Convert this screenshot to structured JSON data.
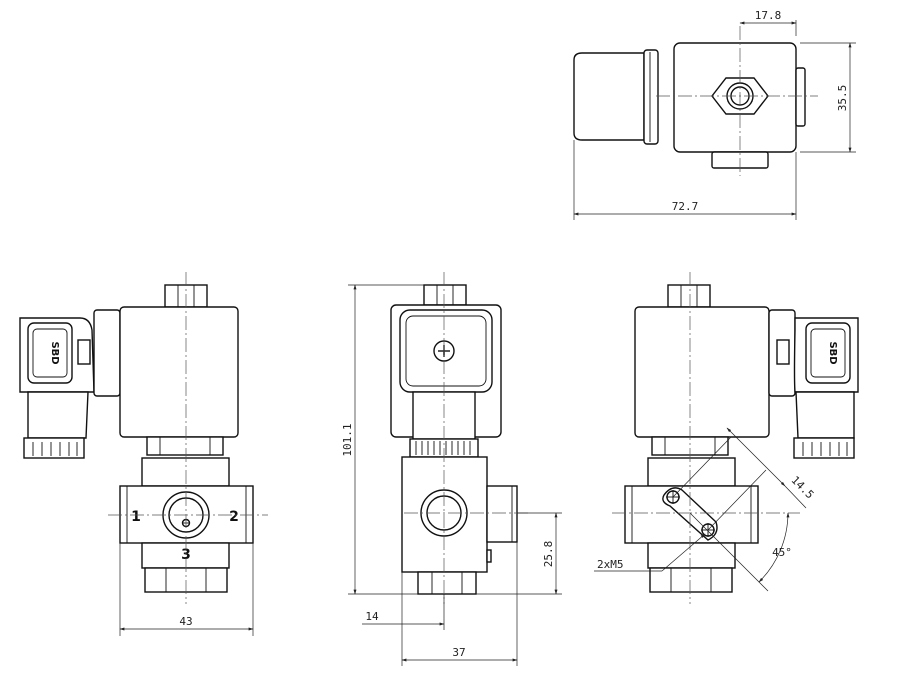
{
  "views": {
    "top": {
      "dims": {
        "width_small": "17.8",
        "height": "35.5",
        "length": "72.7"
      }
    },
    "front": {
      "dims": {
        "width": "43"
      },
      "ports": [
        "1",
        "2",
        "3"
      ],
      "brand": "SBD"
    },
    "side": {
      "dims": {
        "height": "101.1",
        "port_height": "25.8",
        "offset": "14",
        "depth": "37"
      }
    },
    "back": {
      "dims": {
        "hole_spacing": "14.5",
        "angle": "45°",
        "holes": "2xM5"
      },
      "brand": "SBD"
    }
  }
}
